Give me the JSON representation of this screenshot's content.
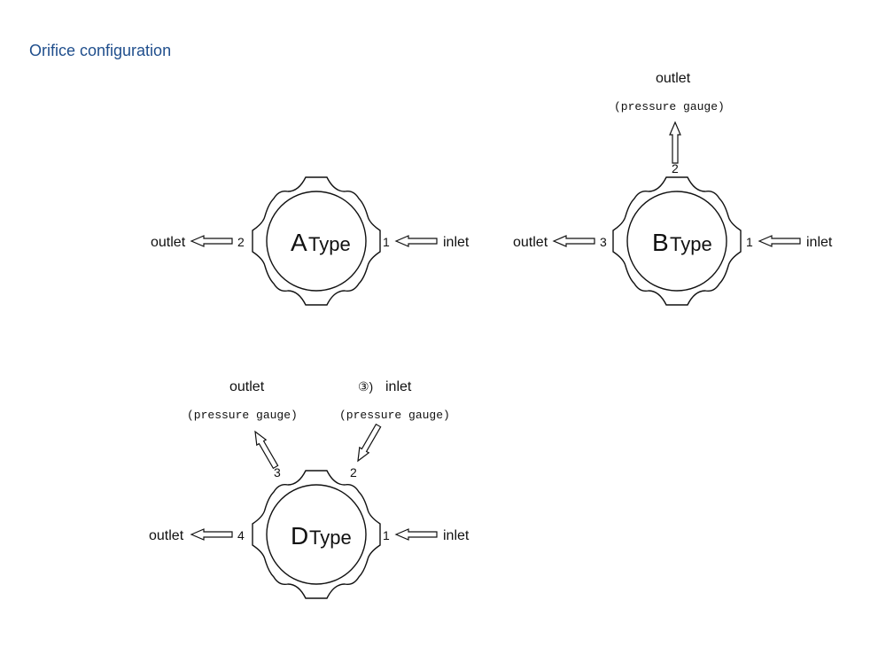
{
  "title": "Orifice configuration",
  "diagrams": {
    "A": {
      "type_letter": "A",
      "type_word": "Type",
      "port_left_num": "2",
      "port_left_label": "outlet",
      "port_right_num": "1",
      "port_right_label": "inlet"
    },
    "B": {
      "type_letter": "B",
      "type_word": "Type",
      "port_top_num": "2",
      "port_top_label": "outlet",
      "port_top_note": "(pressure gauge)",
      "port_left_num": "3",
      "port_left_label": "outlet",
      "port_right_num": "1",
      "port_right_label": "inlet"
    },
    "D": {
      "type_letter": "D",
      "type_word": "Type",
      "port_ul_num": "3",
      "port_ul_label": "outlet",
      "port_ul_note": "(pressure gauge)",
      "port_ur_num": "2",
      "port_ur_prefix": "③)",
      "port_ur_label": "inlet",
      "port_ur_note": "(pressure gauge)",
      "port_left_num": "4",
      "port_left_label": "outlet",
      "port_right_num": "1",
      "port_right_label": "inlet"
    }
  }
}
